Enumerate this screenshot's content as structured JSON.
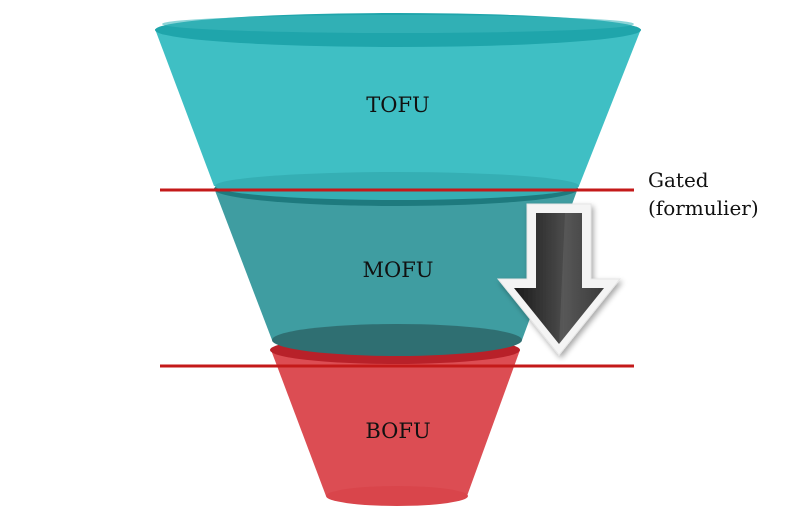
{
  "diagram": {
    "stages": [
      {
        "id": "tofu",
        "label": "TOFU",
        "color": "#3FBFC4",
        "rim_color": "#1FA5AB"
      },
      {
        "id": "mofu",
        "label": "MOFU",
        "color": "#3F9DA1",
        "rim_color": "#1E7A7E"
      },
      {
        "id": "bofu",
        "label": "BOFU",
        "color": "#DC4D53",
        "rim_color": "#B82129"
      }
    ],
    "gate_annotation": {
      "line1": "Gated",
      "line2": "(formulier)"
    },
    "divider_color": "#C41A1A",
    "arrow_icon": "down-arrow-icon"
  }
}
